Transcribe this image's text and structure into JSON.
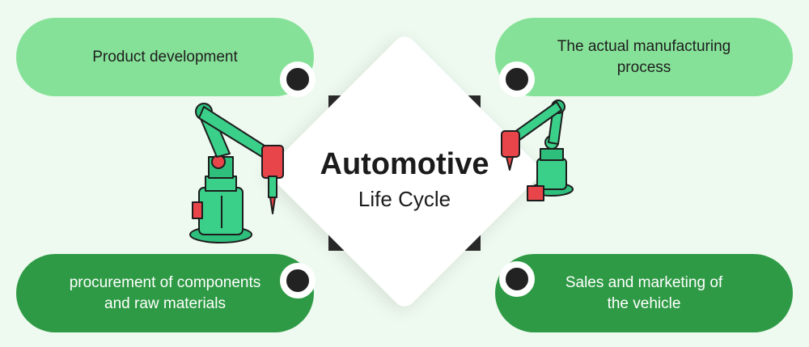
{
  "center": {
    "title": "Automotive",
    "subtitle": "Life Cycle"
  },
  "stages": {
    "top_left": "Product development",
    "top_right": "The actual manufacturing\nprocess",
    "bottom_left": "procurement of components\nand raw materials",
    "bottom_right": "Sales and marketing of\nthe vehicle"
  },
  "colors": {
    "background": "#eefaf0",
    "light_green": "#86e198",
    "dark_green": "#2f9a45",
    "robot_green": "#3ad08a",
    "robot_red": "#e8454a"
  },
  "icons": [
    "robot-arm-left-icon",
    "robot-arm-right-icon"
  ]
}
